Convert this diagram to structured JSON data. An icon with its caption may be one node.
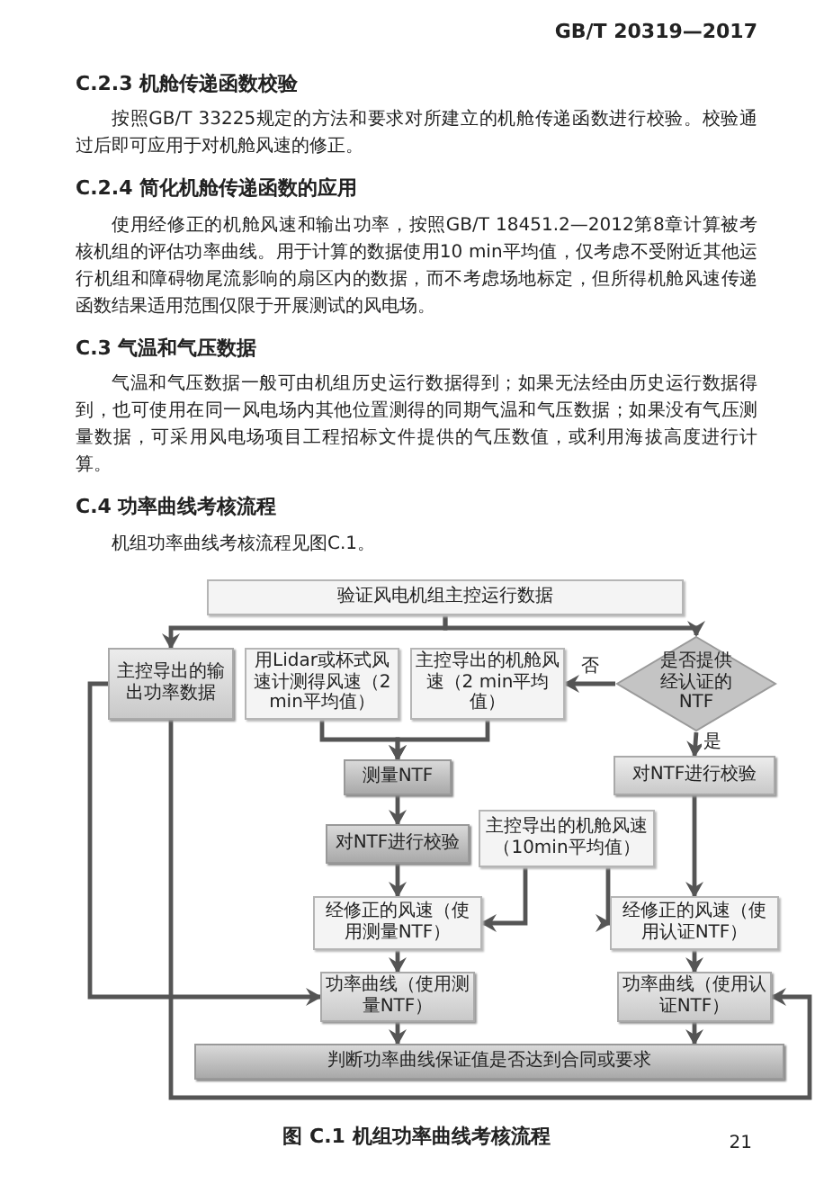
{
  "diagram": {
    "caption": "图 C.1 机组功率曲线考核流程",
    "nodes": [
      {
        "text": [
          "验证风电机组主控运行数据"
        ]
      },
      {
        "text": [
          "主控导出的输出功率数据"
        ]
      },
      {
        "text": [
          "用Lidar或杯式风速计测得风速（2 min平均值）"
        ]
      },
      {
        "text": [
          "主控导出的机舱风速（2 min平均值）"
        ]
      },
      {
        "text": [
          "是否提供经认证的NTF"
        ]
      },
      {
        "text": [
          "测量NTF"
        ]
      },
      {
        "text": [
          "对NTF进行校验"
        ]
      },
      {
        "text": [
          "对NTF进行校验"
        ]
      },
      {
        "text": [
          "主控导出的机舱风速（10min平均值）"
        ]
      },
      {
        "text": [
          "经修正的风速（使用测量NTF）"
        ]
      },
      {
        "text": [
          "经修正的风速（使用认证NTF）"
        ]
      },
      {
        "text": [
          "功率曲线（使用测量NTF）"
        ]
      },
      {
        "text": [
          "功率曲线（使用认证NTF）"
        ]
      },
      {
        "text": [
          "判断功率曲线保证值是否达到合同或要求"
        ]
      }
    ],
    "edges": [
      {
        "from": 0,
        "to": 1,
        "arrow": "to"
      },
      {
        "from": 0,
        "to": 4,
        "arrow": "to"
      },
      {
        "from": 4,
        "to": 3,
        "arrow": "to",
        "label": "否"
      },
      {
        "from": 4,
        "to": 6,
        "arrow": "to",
        "label": "是"
      },
      {
        "from": 2,
        "to": 5,
        "arrow": "to"
      },
      {
        "from": 3,
        "to": 5,
        "arrow": "to"
      },
      {
        "from": 5,
        "to": 7,
        "arrow": "to"
      },
      {
        "from": 7,
        "to": 9,
        "arrow": "to"
      },
      {
        "from": 8,
        "to": 9,
        "arrow": "to"
      },
      {
        "from": 8,
        "to": 10,
        "arrow": "to"
      },
      {
        "from": 6,
        "to": 10,
        "arrow": "to"
      },
      {
        "from": 9,
        "to": 11,
        "arrow": "to"
      },
      {
        "from": 10,
        "to": 12,
        "arrow": "to"
      },
      {
        "from": 11,
        "to": 13,
        "arrow": "to"
      },
      {
        "from": 12,
        "to": 13,
        "arrow": "to"
      },
      {
        "from": 1,
        "to": 11,
        "arrow": "to"
      },
      {
        "from": 1,
        "to": 12,
        "arrow": "to"
      }
    ],
    "labels": [
      "GB/T 20319—2017",
      "C.2.3 机舱传递函数校验",
      "按照GB/T 33225规定的方法和要求对所建立的机舱传递函数进行校验。校验通过后即可应用于对机舱风速的修正。",
      "C.2.4 简化机舱传递函数的应用",
      "使用经修正的机舱风速和输出功率，按照GB/T 18451.2—2012第8章计算被考核机组的评估功率曲线。用于计算的数据使用10 min平均值，仅考虑不受附近其他运行机组和障碍物尾流影响的扇区内的数据，而不考虑场地标定，但所得机舱风速传递函数结果适用范围仅限于开展测试的风电场。",
      "C.3 气温和气压数据",
      "气温和气压数据一般可由机组历史运行数据得到；如果无法经由历史运行数据得到，也可使用在同一风电场内其他位置测得的同期气温和气压数据；如果没有气压测量数据，可采用风电场项目工程招标文件提供的气压数值，或利用海拔高度进行计算。",
      "C.4 功率曲线考核流程",
      "机组功率曲线考核流程见图C.1。",
      "21"
    ]
  }
}
